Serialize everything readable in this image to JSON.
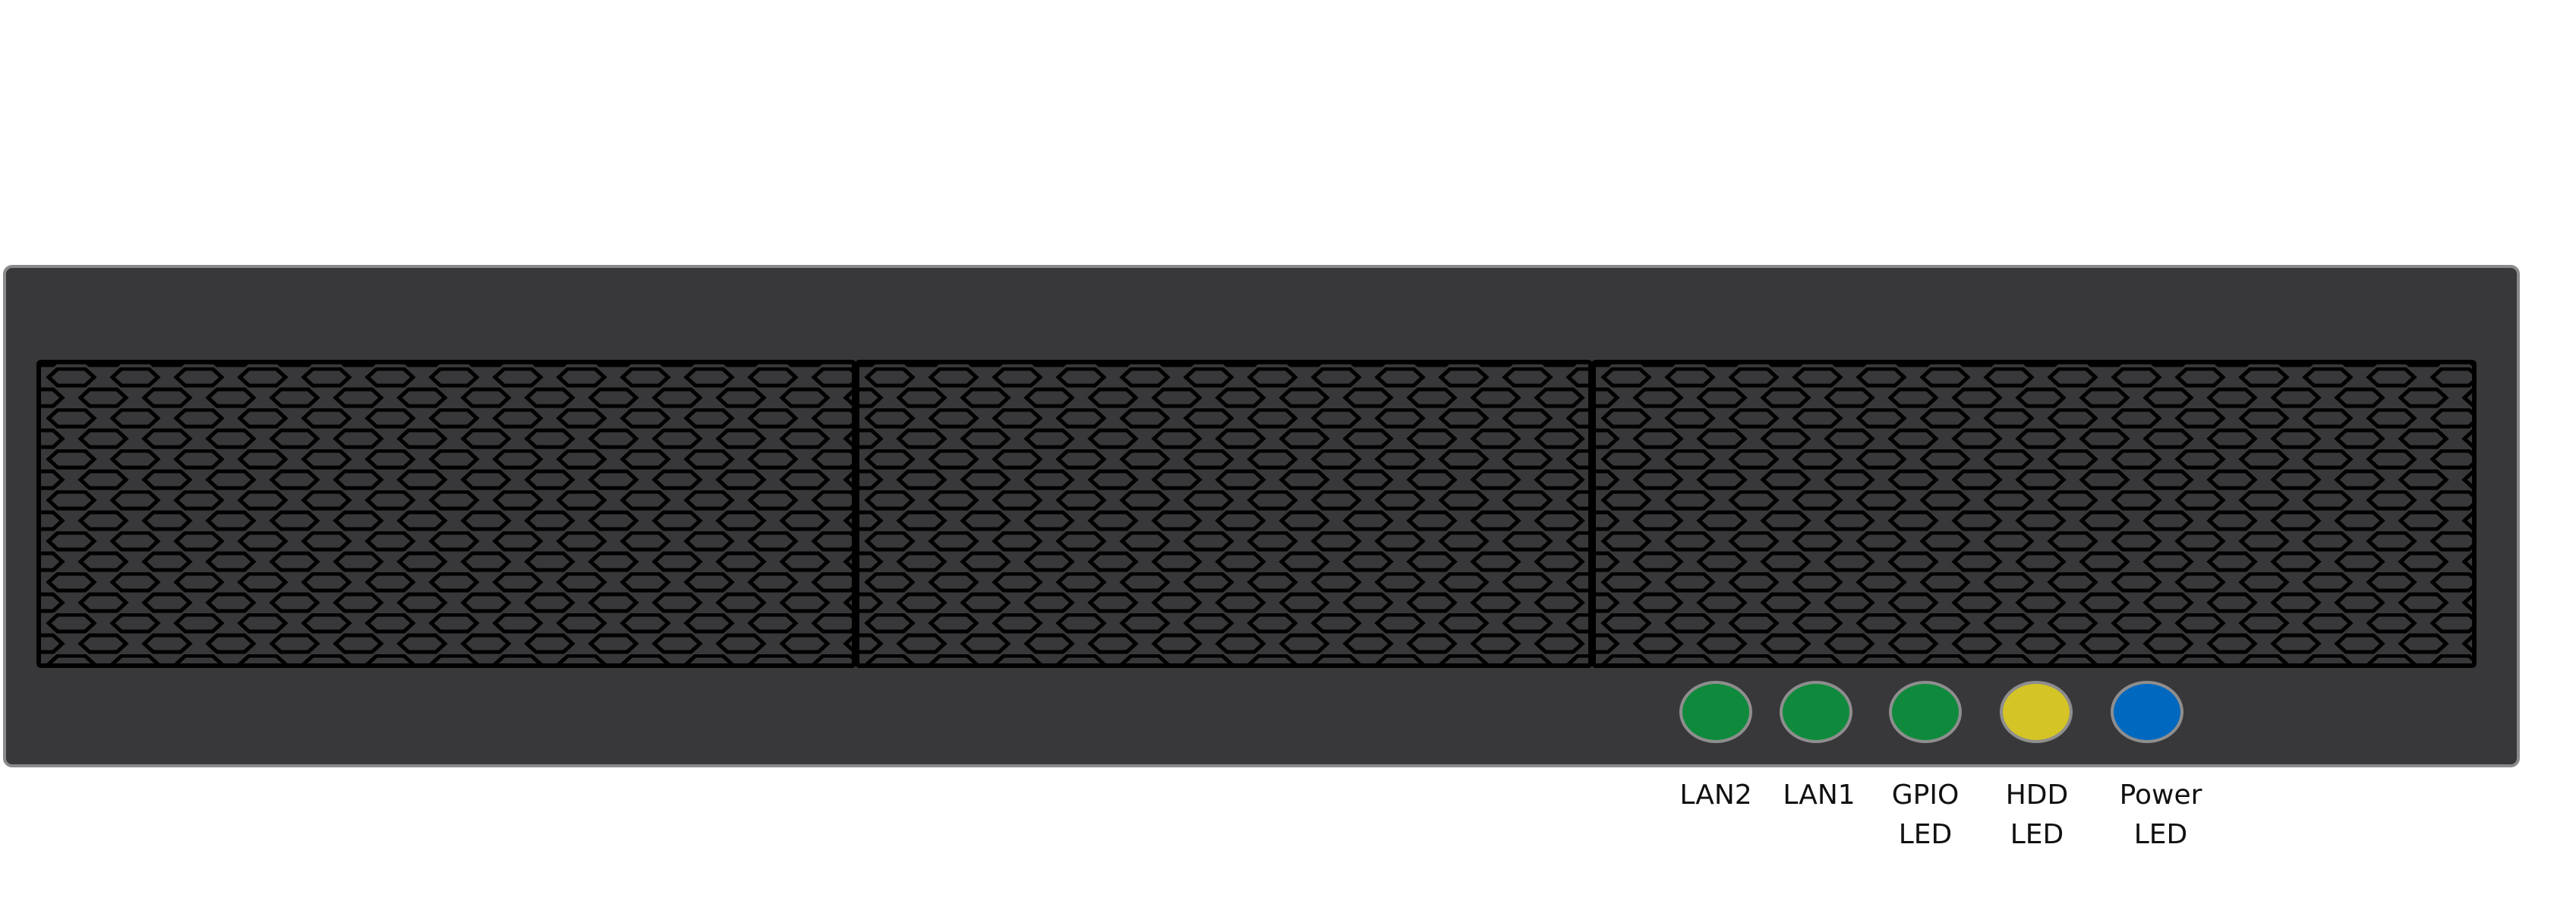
{
  "colors": {
    "chassis": "#38383a",
    "chassis_border": "#8a8a8c",
    "grille_line": "#000000",
    "led_green": "#0f8a3c",
    "led_yellow": "#d4c426",
    "led_blue": "#0068bf"
  },
  "drive_bays": [
    {
      "name": "bay-1"
    },
    {
      "name": "bay-2"
    },
    {
      "name": "bay-3"
    }
  ],
  "leds": [
    {
      "id": "lan2",
      "color": "#0f8a3c",
      "line1": "LAN2",
      "line2": ""
    },
    {
      "id": "lan1",
      "color": "#0f8a3c",
      "line1": "LAN1",
      "line2": ""
    },
    {
      "id": "gpio",
      "color": "#0f8a3c",
      "line1": "GPIO",
      "line2": "LED"
    },
    {
      "id": "hdd",
      "color": "#d4c426",
      "line1": "HDD",
      "line2": "LED"
    },
    {
      "id": "power",
      "color": "#0068bf",
      "line1": "Power",
      "line2": "LED"
    }
  ]
}
